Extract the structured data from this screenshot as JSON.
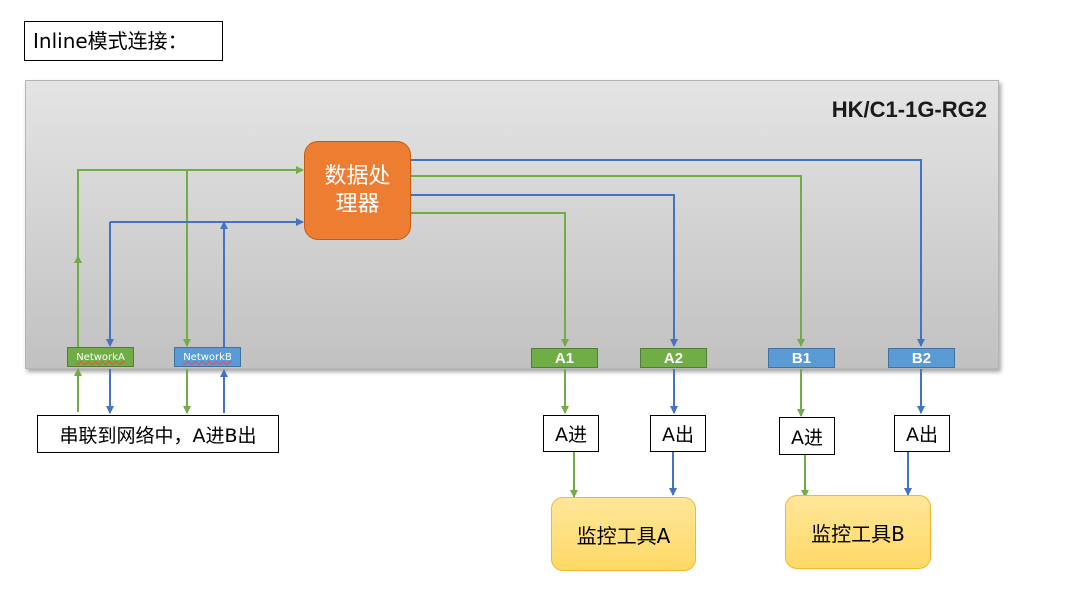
{
  "title": "Inline模式连接：",
  "device": {
    "model": "HK/C1-1G-RG2",
    "processor_label": "数据处理器"
  },
  "ports": {
    "network_a": "NetworkA",
    "network_b": "NetworkB",
    "a1": "A1",
    "a2": "A2",
    "b1": "B1",
    "b2": "B2"
  },
  "labels": {
    "inline_note": "串联到网络中，A进B出",
    "a_in_1": "A进",
    "a_out_1": "A出",
    "a_in_2": "A进",
    "a_out_2": "A出"
  },
  "tools": {
    "tool_a": "监控工具A",
    "tool_b": "监控工具B"
  },
  "colors": {
    "green_line": "#70ad47",
    "blue_line": "#4472c4",
    "processor": "#ed7d31",
    "tool": "#ffd966"
  }
}
